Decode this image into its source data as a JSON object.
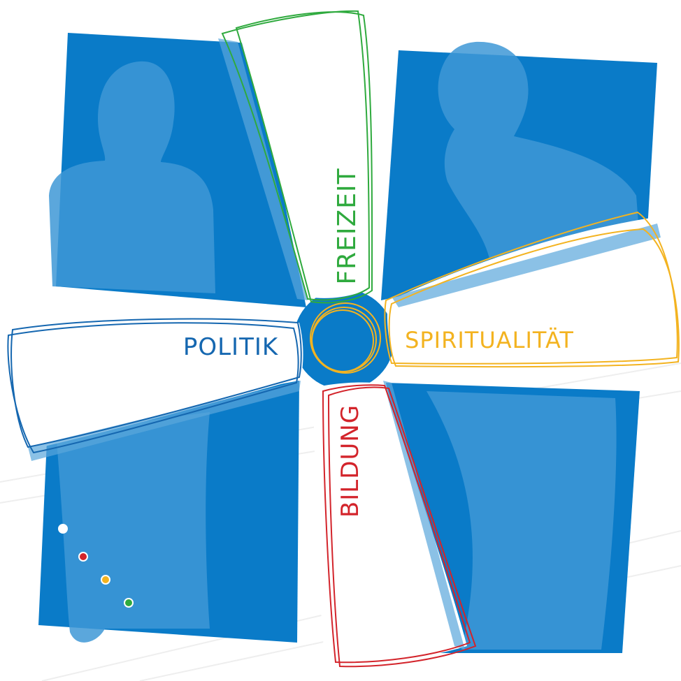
{
  "sectors": {
    "freizeit": {
      "label": "FREIZEIT",
      "color": "#2faa3e"
    },
    "spiritualitaet": {
      "label": "SPIRITUALITÄT",
      "color": "#f3b320"
    },
    "bildung": {
      "label": "BILDUNG",
      "color": "#d3242b"
    },
    "politik": {
      "label": "POLITIK",
      "color": "#1567b0"
    }
  },
  "background": {
    "panel_color": "#0a7bc8",
    "silhouette_color": "#3e98d6"
  },
  "legend_dots": [
    {
      "sector": "politik",
      "fill": "#ffffff"
    },
    {
      "sector": "bildung",
      "fill": "#d3242b"
    },
    {
      "sector": "spiritualitaet",
      "fill": "#f3b320"
    },
    {
      "sector": "freizeit",
      "fill": "#2faa3e"
    }
  ]
}
